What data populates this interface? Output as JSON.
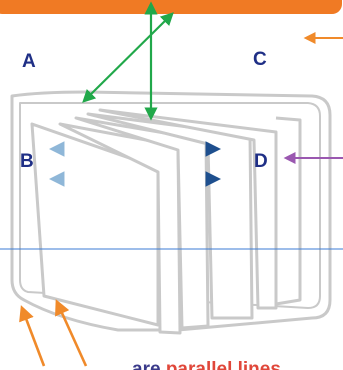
{
  "labels": {
    "a": "A",
    "b": "B",
    "c": "C",
    "d": "D"
  },
  "caption": {
    "prefix": "are ",
    "highlight": "parallel lines"
  },
  "colors": {
    "banner": "#f07a24",
    "label": "#1f2f86",
    "green": "#21a84a",
    "orange": "#f08a2a",
    "purple": "#9a58b0",
    "blue_light": "#8fb7d8",
    "blue_dark": "#1e4f8e",
    "guide": "#3b7bd4",
    "caption_text": "#3a3a8a",
    "caption_highlight": "#e0473a",
    "outline": "#c9c9c9"
  },
  "icons": [
    "book-outline-icon"
  ]
}
